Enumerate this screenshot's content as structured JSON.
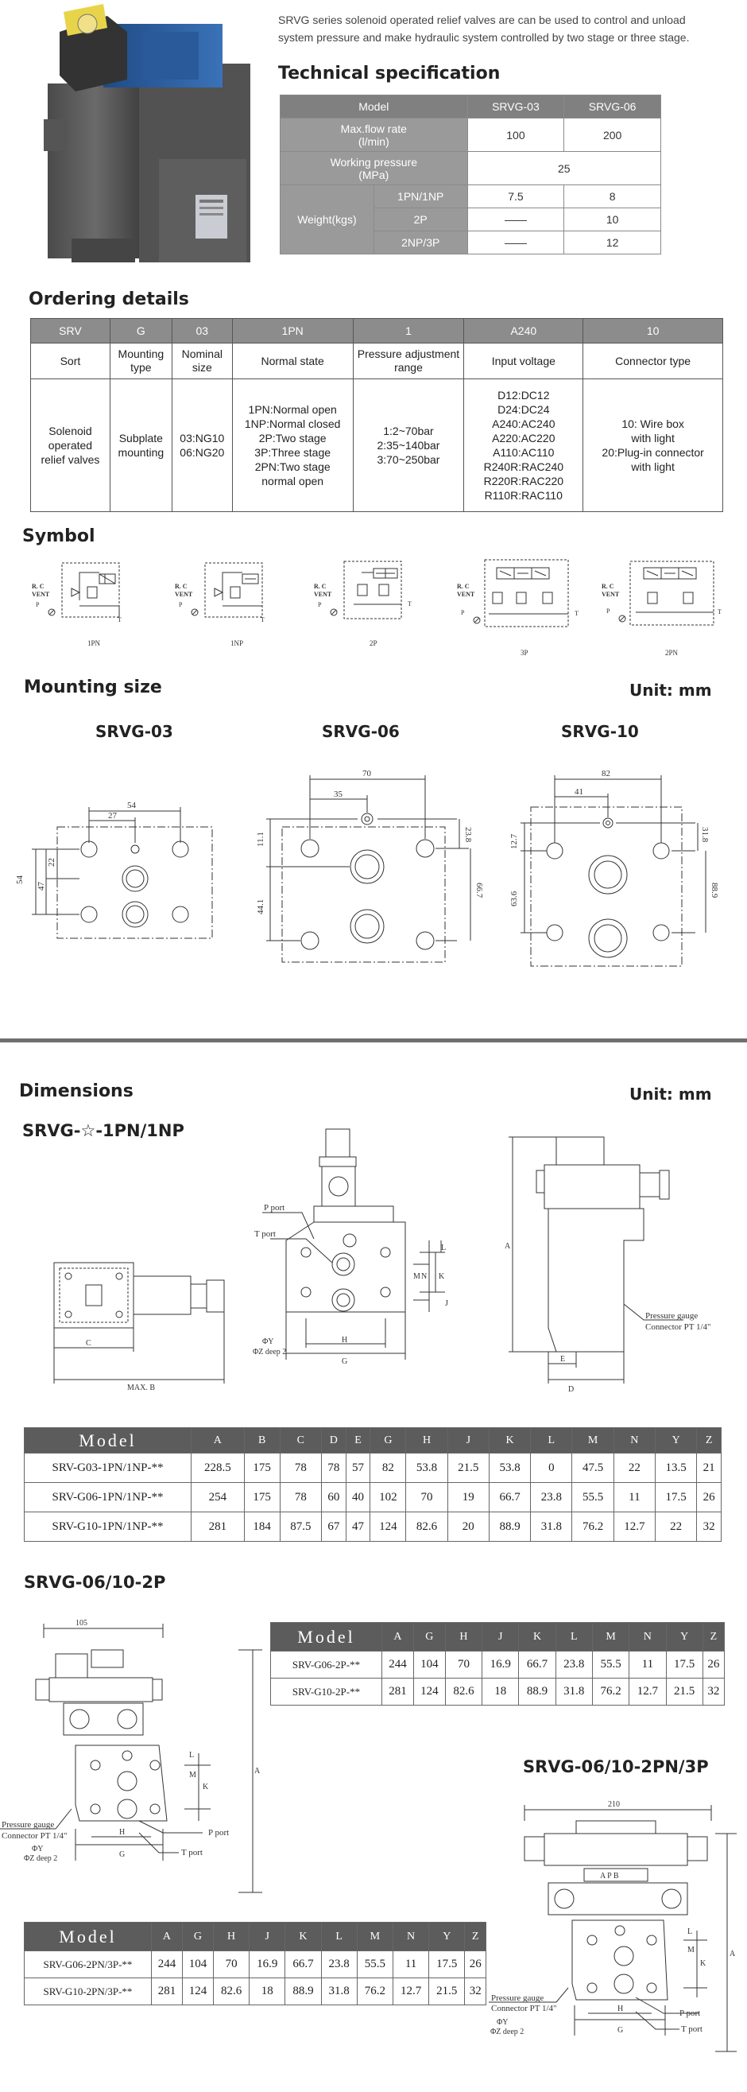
{
  "intro": {
    "line1": "SRVG series solenoid operated relief valves are can be used to control and unload",
    "line2": "system pressure and make hydraulic system controlled by two stage or three stage."
  },
  "tech_spec": {
    "title": "Technical specification",
    "header": {
      "label": "Model",
      "m1": "SRVG-03",
      "m2": "SRVG-06"
    },
    "flow": {
      "label": "Max.flow rate",
      "unit": "(l/min)",
      "m1": "100",
      "m2": "200"
    },
    "pressure": {
      "label": "Working pressure",
      "unit": "(MPa)",
      "value": "25"
    },
    "weight": {
      "label": "Weight(kgs)",
      "rows": [
        {
          "type": "1PN/1NP",
          "m1": "7.5",
          "m2": "8"
        },
        {
          "type": "2P",
          "m1": "——",
          "m2": "10"
        },
        {
          "type": "2NP/3P",
          "m1": "——",
          "m2": "12"
        }
      ]
    }
  },
  "ordering": {
    "title": "Ordering details",
    "codes": [
      "SRV",
      "G",
      "03",
      "1PN",
      "1",
      "A240",
      "10"
    ],
    "headers": [
      "Sort",
      "Mounting type",
      "Nominal size",
      "Normal state",
      "Pressure adjustment range",
      "Input voltage",
      "Connector type"
    ],
    "sort": [
      "Solenoid",
      "operated",
      "relief valves"
    ],
    "mounting": [
      "Subplate",
      "mounting"
    ],
    "size": [
      "03:NG10",
      "06:NG20"
    ],
    "state": [
      "1PN:Normal open",
      "1NP:Normal closed",
      "2P:Two stage",
      "3P:Three stage",
      "2PN:Two stage",
      "normal open"
    ],
    "range": [
      "1:2~70bar",
      "2:35~140bar",
      "3:70~250bar"
    ],
    "voltage": [
      "D12:DC12",
      "D24:DC24",
      "A240:AC240",
      "A220:AC220",
      "A110:AC110",
      "R240R:RAC240",
      "R220R:RAC220",
      "R110R:RAC110"
    ],
    "connector": [
      "10: Wire box",
      "with light",
      "20:Plug-in connector",
      "with light"
    ]
  },
  "symbol": {
    "title": "Symbol",
    "items": [
      {
        "caption": "1PN",
        "port": "R. C",
        "vent": "VENT"
      },
      {
        "caption": "1NP",
        "port": "R. C",
        "vent": "VENT"
      },
      {
        "caption": "2P",
        "port": "R. C",
        "vent": "VENT"
      },
      {
        "caption": "3P",
        "port": "R. C",
        "vent": "VENT"
      },
      {
        "caption": "2PN",
        "port": "R. C",
        "vent": "VENT"
      }
    ],
    "letters": {
      "p": "P",
      "t": "T"
    }
  },
  "mounting_size": {
    "title": "Mounting size",
    "unit": "Unit: mm",
    "drawings": [
      {
        "name": "SRVG-03",
        "top": "54",
        "inner": "27",
        "left": [
          "54",
          "47",
          "22"
        ]
      },
      {
        "name": "SRVG-06",
        "top": "70",
        "inner": "35",
        "left": [
          "11.1",
          "44.1"
        ],
        "right": [
          "23.8",
          "66.7"
        ]
      },
      {
        "name": "SRVG-10",
        "top": "82",
        "inner": "41",
        "left": [
          "12.7",
          "63.6"
        ],
        "right": [
          "31.8",
          "88.9"
        ]
      }
    ]
  },
  "dimensions": {
    "title": "Dimensions",
    "unit": "Unit: mm",
    "sub1": "SRVG-☆-1PN/1NP",
    "sub2": "SRVG-06/10-2P",
    "sub3": "SRVG-06/10-2PN/3P",
    "labels": {
      "p_port": "P port",
      "t_port": "T port",
      "phi_y": "ΦY",
      "phi_z": "ΦZ deep 2",
      "gauge1": "Pressure gauge",
      "gauge2": "Connector PT 1/4\"",
      "gauge3": "Connector PT 1/4\"",
      "max_b": "MAX. B",
      "dim_105": "105",
      "dim_210": "210",
      "c": "C",
      "a": "A",
      "d": "D",
      "e": "E",
      "g": "G",
      "h": "H",
      "j": "J",
      "k": "K",
      "l": "L",
      "m": "M",
      "n": "N",
      "ab": "A  P  B"
    },
    "table1": {
      "headers": [
        "Model",
        "A",
        "B",
        "C",
        "D",
        "E",
        "G",
        "H",
        "J",
        "K",
        "L",
        "M",
        "N",
        "Y",
        "Z"
      ],
      "rows": [
        [
          "SRV-G03-1PN/1NP-**",
          "228.5",
          "175",
          "78",
          "78",
          "57",
          "82",
          "53.8",
          "21.5",
          "53.8",
          "0",
          "47.5",
          "22",
          "13.5",
          "21"
        ],
        [
          "SRV-G06-1PN/1NP-**",
          "254",
          "175",
          "78",
          "60",
          "40",
          "102",
          "70",
          "19",
          "66.7",
          "23.8",
          "55.5",
          "11",
          "17.5",
          "26"
        ],
        [
          "SRV-G10-1PN/1NP-**",
          "281",
          "184",
          "87.5",
          "67",
          "47",
          "124",
          "82.6",
          "20",
          "88.9",
          "31.8",
          "76.2",
          "12.7",
          "22",
          "32"
        ]
      ]
    },
    "table2": {
      "headers": [
        "Model",
        "A",
        "G",
        "H",
        "J",
        "K",
        "L",
        "M",
        "N",
        "Y",
        "Z"
      ],
      "rows": [
        [
          "SRV-G06-2P-**",
          "244",
          "104",
          "70",
          "16.9",
          "66.7",
          "23.8",
          "55.5",
          "11",
          "17.5",
          "26"
        ],
        [
          "SRV-G10-2P-**",
          "281",
          "124",
          "82.6",
          "18",
          "88.9",
          "31.8",
          "76.2",
          "12.7",
          "21.5",
          "32"
        ]
      ]
    },
    "table3": {
      "headers": [
        "Model",
        "A",
        "G",
        "H",
        "J",
        "K",
        "L",
        "M",
        "N",
        "Y",
        "Z"
      ],
      "rows": [
        [
          "SRV-G06-2PN/3P-**",
          "244",
          "104",
          "70",
          "16.9",
          "66.7",
          "23.8",
          "55.5",
          "11",
          "17.5",
          "26"
        ],
        [
          "SRV-G10-2PN/3P-**",
          "281",
          "124",
          "82.6",
          "18",
          "88.9",
          "31.8",
          "76.2",
          "12.7",
          "21.5",
          "32"
        ]
      ]
    }
  },
  "colors": {
    "header_gray": "#808080",
    "table_dark": "#5c5c5c",
    "accent_blue": "#2d5fa0",
    "valve_body": "#5a5a5a",
    "coil_yellow": "#e8d44a"
  }
}
